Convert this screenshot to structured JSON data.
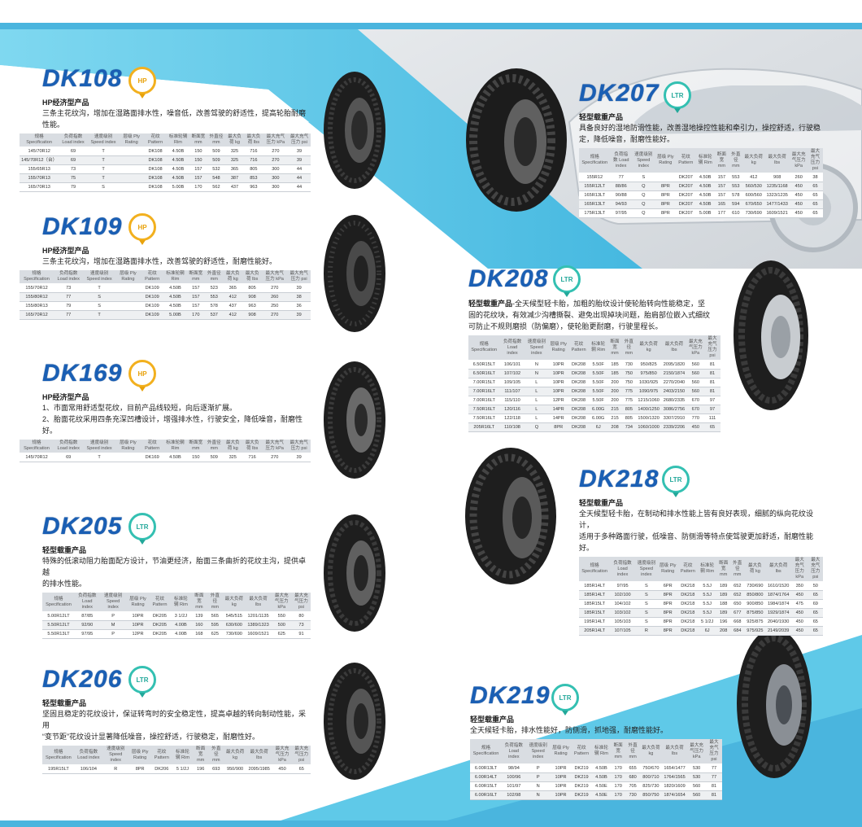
{
  "colors": {
    "accent": "#1a5fb4",
    "hp_badge": "#f2b01e",
    "ltr_badge": "#34c0b2",
    "band": "#5fc9e8"
  },
  "table_headers": [
    "规格 Specification",
    "负荷指数 Load index",
    "速度级别 Speed index",
    "层级 Ply Rating",
    "花纹 Pattern",
    "标准轮辋 Rim",
    "断面宽 mm",
    "外直径 mm",
    "最大负荷 kg",
    "最大负荷 lbs",
    "最大充气压力 kPa",
    "最大充气压力 psi"
  ],
  "products": [
    {
      "id": "dk108",
      "model": "DK108",
      "badge": "HP",
      "subtitle": "HP经济型产品",
      "desc": [
        "三条主花纹沟，增加在湿路面排水性，噪音低，改善驾驶的舒适性，提高轮胎耐磨性能。"
      ],
      "rows": [
        [
          "145/70R12",
          "69",
          "T",
          "",
          "DK108",
          "4.50B",
          "150",
          "509",
          "325",
          "716",
          "270",
          "39"
        ],
        [
          "145/70R12（台）",
          "69",
          "T",
          "",
          "DK108",
          "4.50B",
          "150",
          "509",
          "325",
          "716",
          "270",
          "39"
        ],
        [
          "155/65R13",
          "73",
          "T",
          "",
          "DK108",
          "4.50B",
          "157",
          "532",
          "365",
          "805",
          "300",
          "44"
        ],
        [
          "155/70R13",
          "75",
          "T",
          "",
          "DK108",
          "4.50B",
          "157",
          "548",
          "387",
          "853",
          "300",
          "44"
        ],
        [
          "165/70R13",
          "79",
          "S",
          "",
          "DK108",
          "5.00B",
          "170",
          "562",
          "437",
          "963",
          "300",
          "44"
        ]
      ]
    },
    {
      "id": "dk109",
      "model": "DK109",
      "badge": "HP",
      "subtitle": "HP经济型产品",
      "desc": [
        "三条主花纹沟，增加在湿路面排水性，改善驾驶的舒适性，耐磨性能好。"
      ],
      "rows": [
        [
          "155/70R12",
          "73",
          "T",
          "",
          "DK109",
          "4.50B",
          "157",
          "523",
          "365",
          "805",
          "270",
          "39"
        ],
        [
          "155/80R12",
          "77",
          "S",
          "",
          "DK109",
          "4.50B",
          "157",
          "553",
          "412",
          "908",
          "260",
          "38"
        ],
        [
          "155/80R13",
          "79",
          "S",
          "",
          "DK109",
          "4.50B",
          "157",
          "578",
          "437",
          "963",
          "250",
          "36"
        ],
        [
          "165/70R12",
          "77",
          "T",
          "",
          "DK109",
          "5.00B",
          "170",
          "537",
          "412",
          "908",
          "270",
          "39"
        ]
      ]
    },
    {
      "id": "dk169",
      "model": "DK169",
      "badge": "HP",
      "subtitle": "HP经济型产品",
      "desc": [
        "1、市面常用舒适型花纹，目前产品线较短，向后逐渐扩展。",
        "2、胎面花纹采用四条充深凹槽设计，增强排水性，行驶安全，降低噪音，耐磨性好。"
      ],
      "rows": [
        [
          "145/70R12",
          "69",
          "T",
          "",
          "DK169",
          "4.50B",
          "150",
          "509",
          "325",
          "716",
          "270",
          "39"
        ]
      ]
    },
    {
      "id": "dk205",
      "model": "DK205",
      "badge": "LTR",
      "subtitle": "轻型载重产品",
      "desc": [
        "特殊的低滚动阻力胎面配方设计，节油更经济，胎面三条曲折的花纹主沟，提供卓越",
        "的排水性能。"
      ],
      "rows": [
        [
          "5.00R12LT",
          "87/85",
          "P",
          "10PR",
          "DK205",
          "3 1/2J",
          "139",
          "565",
          "545/515",
          "1201/1135",
          "550",
          "80"
        ],
        [
          "5.50R12LT",
          "92/90",
          "M",
          "10PR",
          "DK205",
          "4.00B",
          "160",
          "595",
          "630/600",
          "1389/1323",
          "500",
          "73"
        ],
        [
          "5.50R13LT",
          "97/95",
          "P",
          "12PR",
          "DK205",
          "4.00B",
          "168",
          "625",
          "730/690",
          "1609/1521",
          "625",
          "91"
        ]
      ]
    },
    {
      "id": "dk206",
      "model": "DK206",
      "badge": "LTR",
      "subtitle": "轻型载重产品",
      "desc": [
        "坚固且稳定的花纹设计，保证转弯时的安全稳定性，提高卓越的转向制动性能，采用",
        "“变节距”花纹设计显著降低噪音，操控舒适，行驶稳定，耐磨性好。"
      ],
      "rows": [
        [
          "195R15LT",
          "106/104",
          "R",
          "8PR",
          "DK206",
          "5 1/2J",
          "196",
          "693",
          "950/900",
          "2095/1985",
          "450",
          "65"
        ]
      ]
    },
    {
      "id": "dk207",
      "model": "DK207",
      "badge": "LTR",
      "subtitle": "轻型载重产品",
      "desc": [
        "具备良好的湿地防滑性能，改善湿地操控性能和牵引力，操控舒适，行驶稳",
        "定，降低噪音，耐磨性能好。"
      ],
      "rows": [
        [
          "155R12",
          "77",
          "S",
          "",
          "DK207",
          "4.50B",
          "157",
          "553",
          "412",
          "908",
          "260",
          "38"
        ],
        [
          "155R12LT",
          "88/86",
          "Q",
          "8PR",
          "DK207",
          "4.50B",
          "157",
          "553",
          "560/530",
          "1235/1168",
          "450",
          "65"
        ],
        [
          "165R13LT",
          "90/88",
          "Q",
          "8PR",
          "DK207",
          "4.50B",
          "157",
          "578",
          "600/560",
          "1323/1235",
          "450",
          "65"
        ],
        [
          "165R13LT",
          "94/93",
          "Q",
          "8PR",
          "DK207",
          "4.50B",
          "165",
          "594",
          "670/650",
          "1477/1433",
          "450",
          "65"
        ],
        [
          "175R13LT",
          "97/95",
          "Q",
          "8PR",
          "DK207",
          "5.00B",
          "177",
          "610",
          "730/690",
          "1609/1521",
          "450",
          "65"
        ]
      ]
    },
    {
      "id": "dk208",
      "model": "DK208",
      "badge": "LTR",
      "subtitle": "轻型载重产品",
      "desc_inline": "-全天候型轻卡胎，加粗的胎纹设计使轮胎转向性能稳定，坚",
      "desc": [
        "固的花纹块，有效减少沟槽撕裂、避免出现掉块问题，胎肩部位嵌入式细纹",
        "可防止不规则磨损（防偏磨），使轮胎更耐磨，行驶里程长。"
      ],
      "rows": [
        [
          "6.50R15LT",
          "106/101",
          "N",
          "10PR",
          "DK208",
          "5.50F",
          "185",
          "730",
          "950/825",
          "2095/1820",
          "560",
          "81"
        ],
        [
          "6.50R16LT",
          "107/102",
          "N",
          "10PR",
          "DK208",
          "5.50F",
          "185",
          "750",
          "975/850",
          "2150/1874",
          "560",
          "81"
        ],
        [
          "7.00R15LT",
          "109/105",
          "L",
          "10PR",
          "DK208",
          "5.50F",
          "200",
          "750",
          "1030/925",
          "2270/2040",
          "560",
          "81"
        ],
        [
          "7.00R16LT",
          "111/107",
          "L",
          "10PR",
          "DK208",
          "5.50F",
          "200",
          "775",
          "1090/975",
          "2403/2150",
          "560",
          "81"
        ],
        [
          "7.00R16LT",
          "115/110",
          "L",
          "12PR",
          "DK208",
          "5.50F",
          "200",
          "775",
          "1215/1060",
          "2680/2335",
          "670",
          "97"
        ],
        [
          "7.50R16LT",
          "120/116",
          "L",
          "14PR",
          "DK208",
          "6.00G",
          "215",
          "805",
          "1400/1250",
          "3086/2756",
          "670",
          "97"
        ],
        [
          "7.50R16LT",
          "122/118",
          "L",
          "14PR",
          "DK208",
          "6.00G",
          "215",
          "805",
          "1500/1320",
          "3307/2910",
          "770",
          "111"
        ],
        [
          "205R16LT",
          "110/108",
          "Q",
          "8PR",
          "DK208",
          "6J",
          "208",
          "734",
          "1060/1000",
          "2339/2206",
          "450",
          "65"
        ]
      ]
    },
    {
      "id": "dk218",
      "model": "DK218",
      "badge": "LTR",
      "subtitle": "轻型载重产品",
      "desc": [
        "全天候型轻卡胎，在制动和排水性能上皆有良好表现，细腻的纵向花纹设计，",
        "适用于多种路面行驶，低噪音、防侧滑等特点使驾驶更加舒适，耐磨性能好。"
      ],
      "rows": [
        [
          "185R14LT",
          "97/95",
          "S",
          "6PR",
          "DK218",
          "5.5J",
          "189",
          "652",
          "730/690",
          "1610/1520",
          "350",
          "50"
        ],
        [
          "185R14LT",
          "102/100",
          "S",
          "8PR",
          "DK218",
          "5.5J",
          "189",
          "652",
          "850/800",
          "1874/1764",
          "450",
          "65"
        ],
        [
          "185R15LT",
          "104/102",
          "S",
          "8PR",
          "DK218",
          "5.5J",
          "188",
          "650",
          "900/850",
          "1984/1874",
          "475",
          "69"
        ],
        [
          "185R15LT",
          "103/102",
          "S",
          "8PR",
          "DK218",
          "5.5J",
          "189",
          "677",
          "875/850",
          "1929/1874",
          "450",
          "65"
        ],
        [
          "195R14LT",
          "105/103",
          "S",
          "8PR",
          "DK218",
          "5 1/2J",
          "196",
          "668",
          "925/875",
          "2040/1930",
          "450",
          "65"
        ],
        [
          "205R14LT",
          "107/105",
          "R",
          "8PR",
          "DK218",
          "6J",
          "208",
          "684",
          "975/925",
          "2149/2039",
          "450",
          "65"
        ]
      ]
    },
    {
      "id": "dk219",
      "model": "DK219",
      "badge": "LTR",
      "subtitle": "轻型载重产品",
      "desc": [
        "全天候轻卡胎，排水性能好，防侧滑，抓地强，耐磨性能好。"
      ],
      "rows": [
        [
          "6.00R13LT",
          "98/94",
          "P",
          "10PR",
          "DK219",
          "4.50B",
          "170",
          "655",
          "750/670",
          "1654/1477",
          "530",
          "77"
        ],
        [
          "6.00R14LT",
          "100/96",
          "P",
          "10PR",
          "DK219",
          "4.50B",
          "170",
          "680",
          "800/710",
          "1764/1565",
          "530",
          "77"
        ],
        [
          "6.00R15LT",
          "101/97",
          "N",
          "10PR",
          "DK219",
          "4.50E",
          "170",
          "705",
          "825/730",
          "1820/1609",
          "560",
          "81"
        ],
        [
          "6.00R16LT",
          "102/98",
          "N",
          "10PR",
          "DK219",
          "4.50E",
          "170",
          "730",
          "850/750",
          "1874/1654",
          "560",
          "81"
        ]
      ]
    }
  ]
}
